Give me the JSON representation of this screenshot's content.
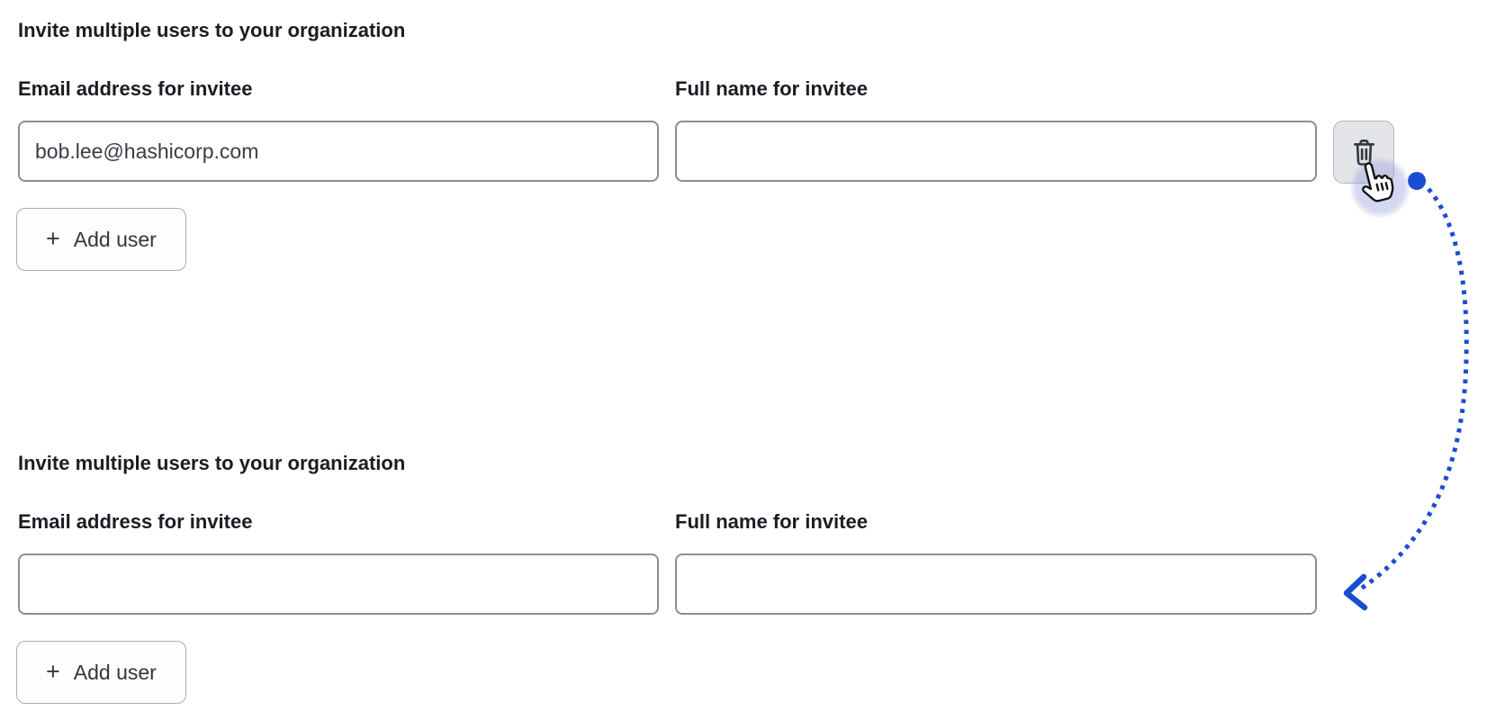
{
  "colors": {
    "accent_blue": "#1b4dd2",
    "text_primary": "#1b1d23",
    "input_border": "#8b8e99",
    "button_border": "#a9acb4",
    "icon_button_bg": "#e3e4e7"
  },
  "sections": [
    {
      "heading": "Invite multiple users to your organization",
      "fields": [
        {
          "label": "Email address for invitee",
          "value": "bob.lee@hashicorp.com"
        },
        {
          "label": "Full name for invitee",
          "value": ""
        }
      ],
      "add_user_button": {
        "icon": "+",
        "label": "Add user"
      }
    },
    {
      "heading": "Invite multiple users to your organization",
      "fields": [
        {
          "label": "Email address for invitee",
          "value": ""
        },
        {
          "label": "Full name for invitee",
          "value": ""
        }
      ],
      "add_user_button": {
        "icon": "+",
        "label": "Add user"
      }
    }
  ]
}
